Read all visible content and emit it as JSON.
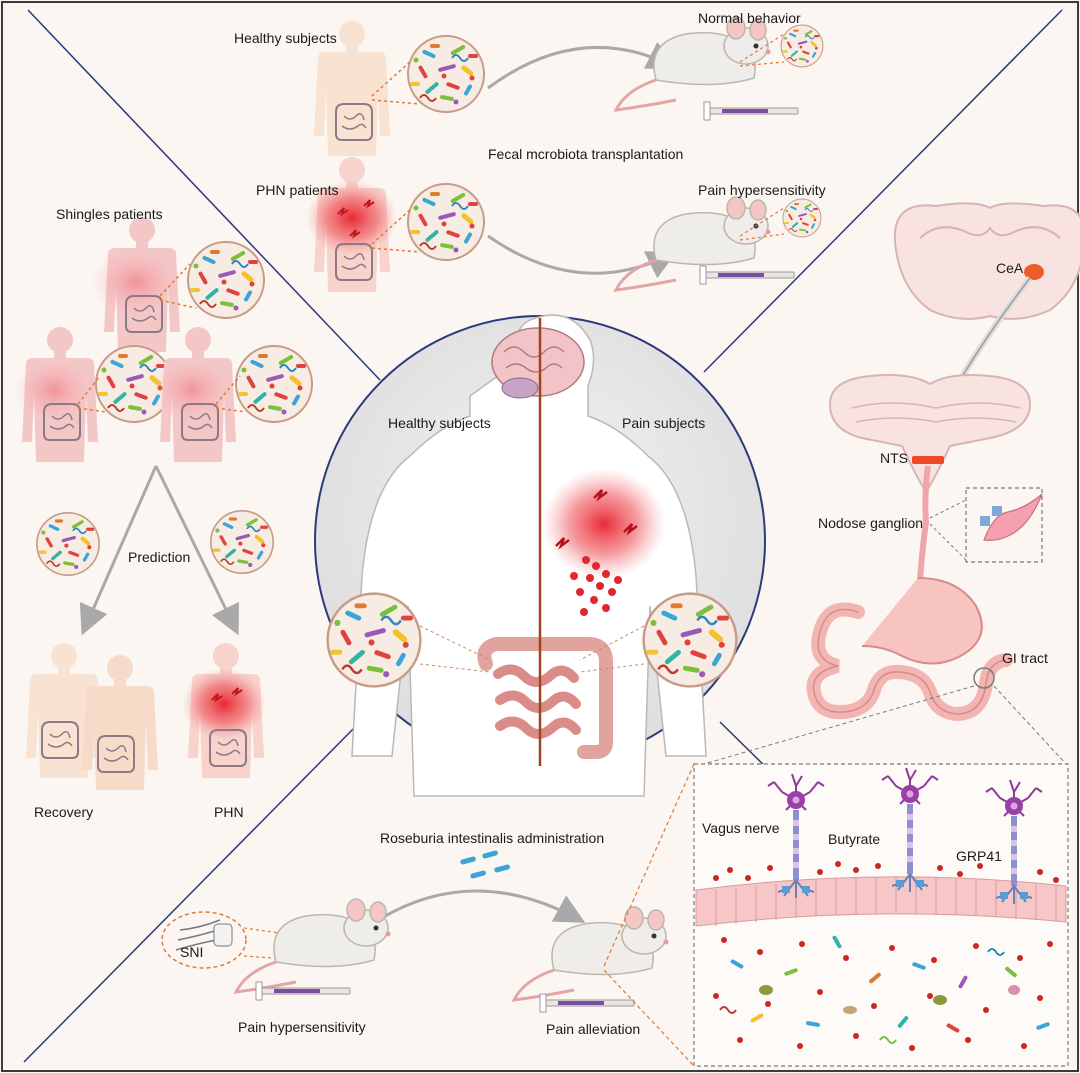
{
  "labels": {
    "healthy_subjects_top": "Healthy subjects",
    "normal_behavior": "Normal behavior",
    "fmt": "Fecal mcrobiota transplantation",
    "phn_patients": "PHN patients",
    "pain_hypersensitivity_top": "Pain hypersensitivity",
    "shingles_patients": "Shingles patients",
    "prediction": "Prediction",
    "recovery": "Recovery",
    "phn": "PHN",
    "healthy_subjects_center": "Healthy subjects",
    "pain_subjects": "Pain subjects",
    "cea": "CeA",
    "nts": "NTS",
    "nodose_ganglion": "Nodose ganglion",
    "gi_tract": "GI tract",
    "vagus_nerve": "Vagus nerve",
    "butyrate": "Butyrate",
    "grp41": "GRP41",
    "roseburia": "Roseburia intestinalis administration",
    "sni": "SNI",
    "pain_hypersensitivity_bottom": "Pain hypersensitivity",
    "pain_alleviation": "Pain alleviation"
  },
  "colors": {
    "background": "#fbf6f1",
    "divider": "#2b3a7a",
    "skin": "#f6dccb",
    "pain_red": "#e8303a",
    "gut_pink": "#f2b8b5",
    "mouse_white": "#efedea",
    "probe_purple": "#7a4fa0"
  }
}
